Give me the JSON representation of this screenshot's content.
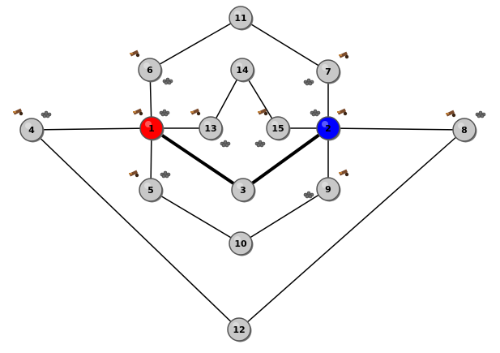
{
  "game": {
    "colors": {
      "background": "#ffffff",
      "node_default": "#c8c8c8",
      "node_rim": "#555555",
      "player_red": "#ff0000",
      "player_blue": "#0000ff",
      "edge": "#000000",
      "icon_brown": "#7a4a2a",
      "icon_gray": "#707070"
    },
    "nodes": [
      {
        "id": "n1",
        "label": "1",
        "owner": "red"
      },
      {
        "id": "n2",
        "label": "2",
        "owner": "blue"
      },
      {
        "id": "n3",
        "label": "3",
        "owner": "none"
      },
      {
        "id": "n4",
        "label": "4",
        "owner": "none"
      },
      {
        "id": "n5",
        "label": "5",
        "owner": "none"
      },
      {
        "id": "n6",
        "label": "6",
        "owner": "none"
      },
      {
        "id": "n7",
        "label": "7",
        "owner": "none"
      },
      {
        "id": "n8",
        "label": "8",
        "owner": "none"
      },
      {
        "id": "n9",
        "label": "9",
        "owner": "none"
      },
      {
        "id": "n10",
        "label": "10",
        "owner": "none"
      },
      {
        "id": "n11",
        "label": "11",
        "owner": "none"
      },
      {
        "id": "n12",
        "label": "12",
        "owner": "none"
      },
      {
        "id": "n13",
        "label": "13",
        "owner": "none"
      },
      {
        "id": "n14",
        "label": "14",
        "owner": "none"
      },
      {
        "id": "n15",
        "label": "15",
        "owner": "none"
      }
    ],
    "edges": [
      {
        "from": "1",
        "to": "4",
        "weight": "thin"
      },
      {
        "from": "1",
        "to": "6",
        "weight": "thin"
      },
      {
        "from": "1",
        "to": "5",
        "weight": "thin"
      },
      {
        "from": "1",
        "to": "13",
        "weight": "thin"
      },
      {
        "from": "1",
        "to": "3",
        "weight": "thick"
      },
      {
        "from": "2",
        "to": "8",
        "weight": "thin"
      },
      {
        "from": "2",
        "to": "7",
        "weight": "thin"
      },
      {
        "from": "2",
        "to": "9",
        "weight": "thin"
      },
      {
        "from": "2",
        "to": "15",
        "weight": "thin"
      },
      {
        "from": "2",
        "to": "3",
        "weight": "thick"
      },
      {
        "from": "6",
        "to": "11",
        "weight": "thin"
      },
      {
        "from": "7",
        "to": "11",
        "weight": "thin"
      },
      {
        "from": "14",
        "to": "13",
        "weight": "thin"
      },
      {
        "from": "14",
        "to": "15",
        "weight": "thin"
      },
      {
        "from": "5",
        "to": "10",
        "weight": "thin"
      },
      {
        "from": "9",
        "to": "10",
        "weight": "thin"
      },
      {
        "from": "4",
        "to": "12",
        "weight": "thin"
      },
      {
        "from": "8",
        "to": "12",
        "weight": "thin"
      }
    ],
    "unit_icons": [
      {
        "node": "6",
        "kind": "brown-unit"
      },
      {
        "node": "6",
        "kind": "gray-unit"
      },
      {
        "node": "7",
        "kind": "brown-unit"
      },
      {
        "node": "7",
        "kind": "gray-unit"
      },
      {
        "node": "4",
        "kind": "brown-unit"
      },
      {
        "node": "4",
        "kind": "gray-unit"
      },
      {
        "node": "1",
        "kind": "brown-unit"
      },
      {
        "node": "1",
        "kind": "gray-unit"
      },
      {
        "node": "13",
        "kind": "brown-unit"
      },
      {
        "node": "13",
        "kind": "gray-unit"
      },
      {
        "node": "15",
        "kind": "brown-unit"
      },
      {
        "node": "15",
        "kind": "gray-unit"
      },
      {
        "node": "2",
        "kind": "gray-unit"
      },
      {
        "node": "2",
        "kind": "brown-unit"
      },
      {
        "node": "8",
        "kind": "brown-unit"
      },
      {
        "node": "8",
        "kind": "gray-unit"
      },
      {
        "node": "5",
        "kind": "brown-unit"
      },
      {
        "node": "5",
        "kind": "gray-unit"
      },
      {
        "node": "9",
        "kind": "brown-unit"
      },
      {
        "node": "9",
        "kind": "gray-unit"
      }
    ]
  }
}
